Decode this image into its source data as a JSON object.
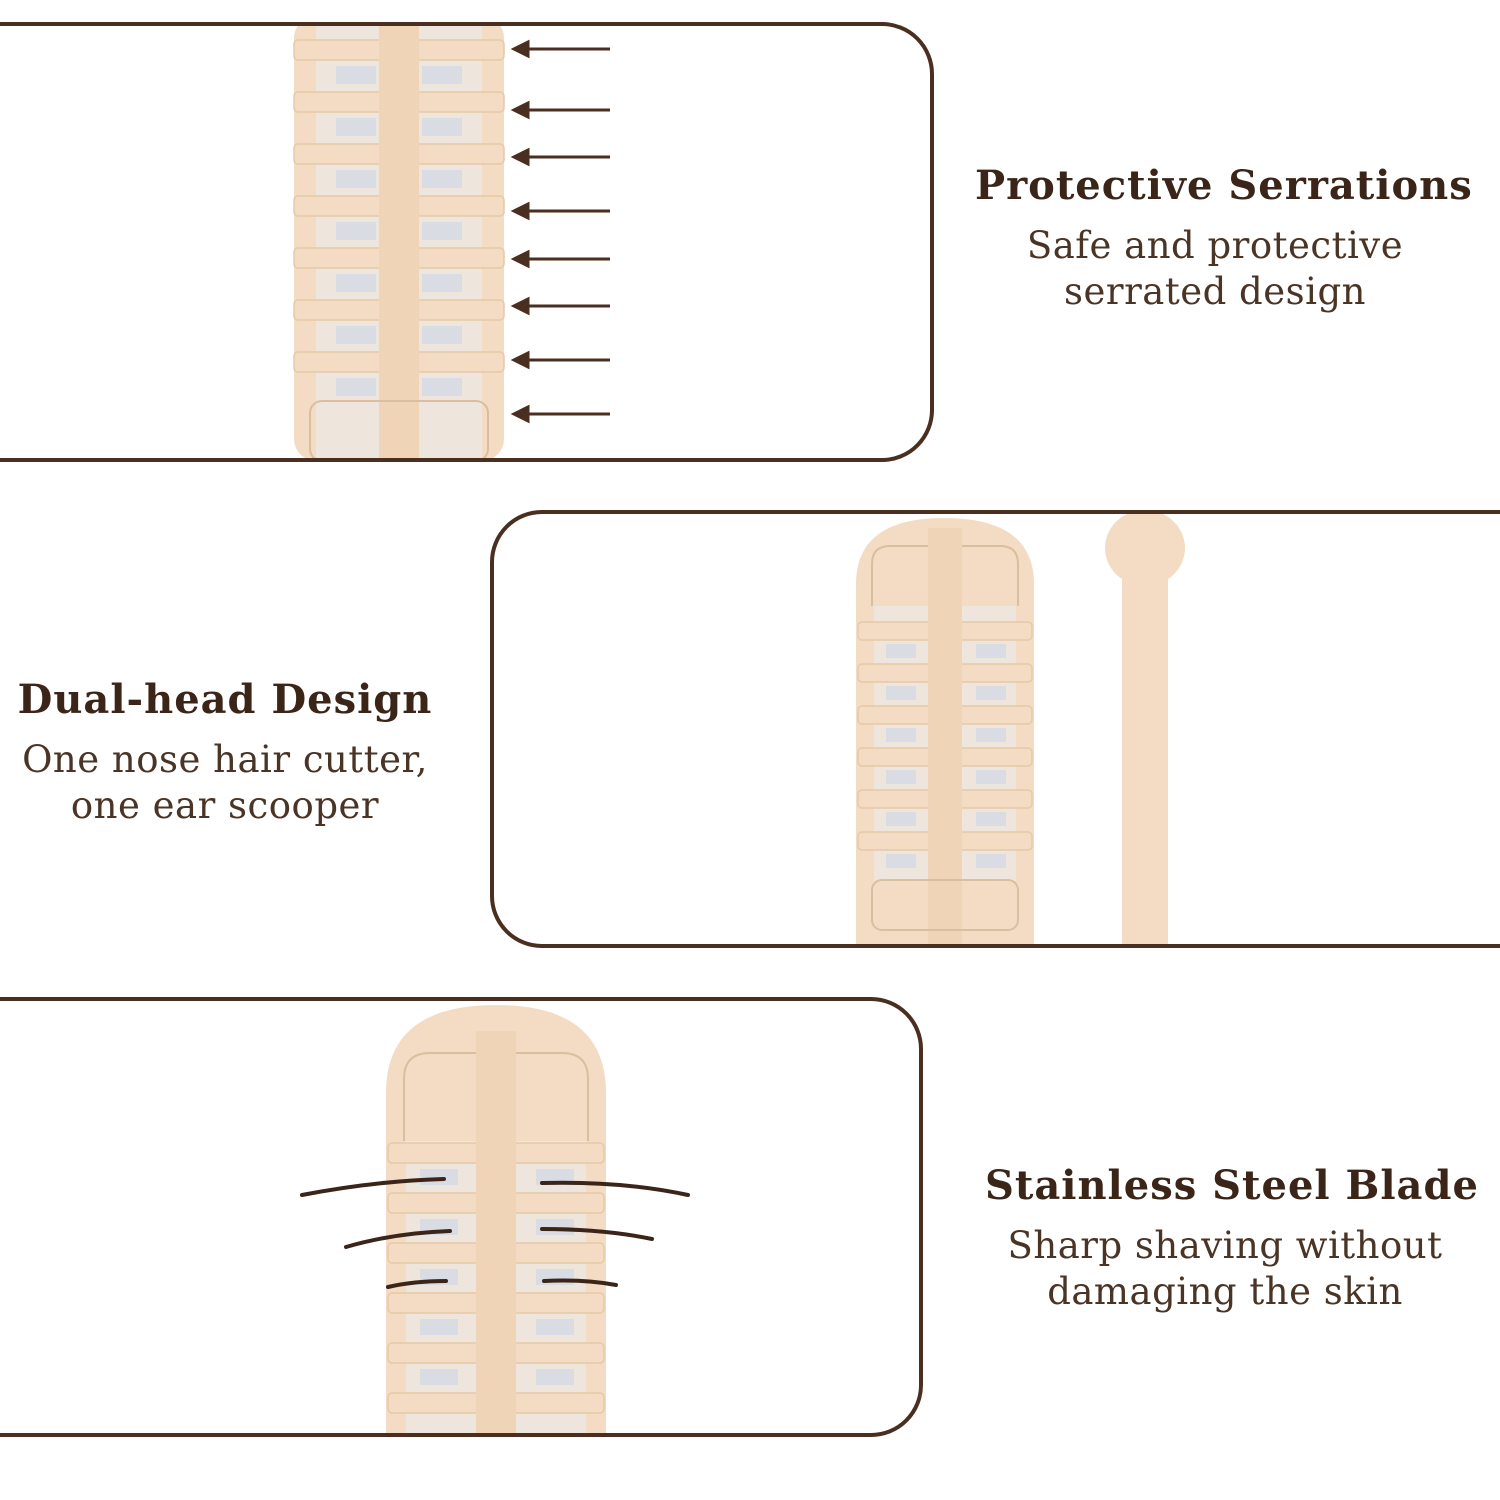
{
  "features": {
    "serrations": {
      "title": "Protective Serrations",
      "description": "Safe and protective\nserrated design"
    },
    "dual_head": {
      "title": "Dual-head Design",
      "description": "One nose hair cutter,\none ear scooper"
    },
    "blade": {
      "title": "Stainless Steel Blade",
      "description": "Sharp shaving without\ndamaging the skin"
    }
  },
  "colors": {
    "frame": "#4a2f20",
    "product": "#f3dcc3",
    "product_shadow": "#e6c9a8",
    "blade": "#d9dde3",
    "text": "#3a2518",
    "arrow": "#4a2f20"
  }
}
